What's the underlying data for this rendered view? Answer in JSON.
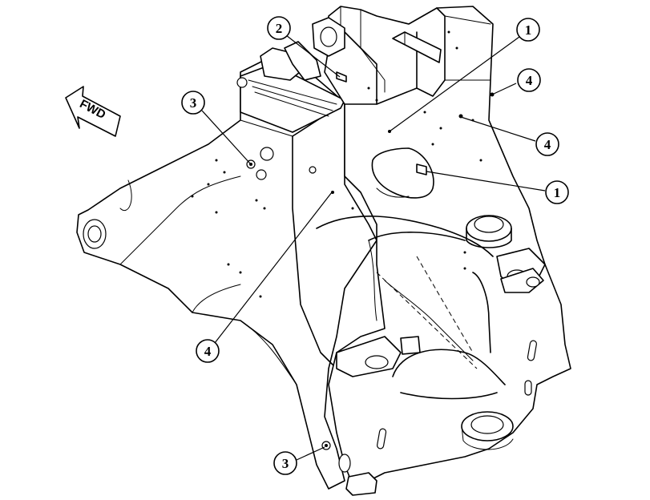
{
  "fwd_arrow": {
    "label": "FWD"
  },
  "callouts": [
    {
      "id": "callout-1-top",
      "number": "1"
    },
    {
      "id": "callout-1-mid",
      "number": "1"
    },
    {
      "id": "callout-2",
      "number": "2"
    },
    {
      "id": "callout-3-left",
      "number": "3"
    },
    {
      "id": "callout-3-bottom",
      "number": "3"
    },
    {
      "id": "callout-4-right-top",
      "number": "4"
    },
    {
      "id": "callout-4-right-mid",
      "number": "4"
    },
    {
      "id": "callout-4-center",
      "number": "4"
    }
  ]
}
